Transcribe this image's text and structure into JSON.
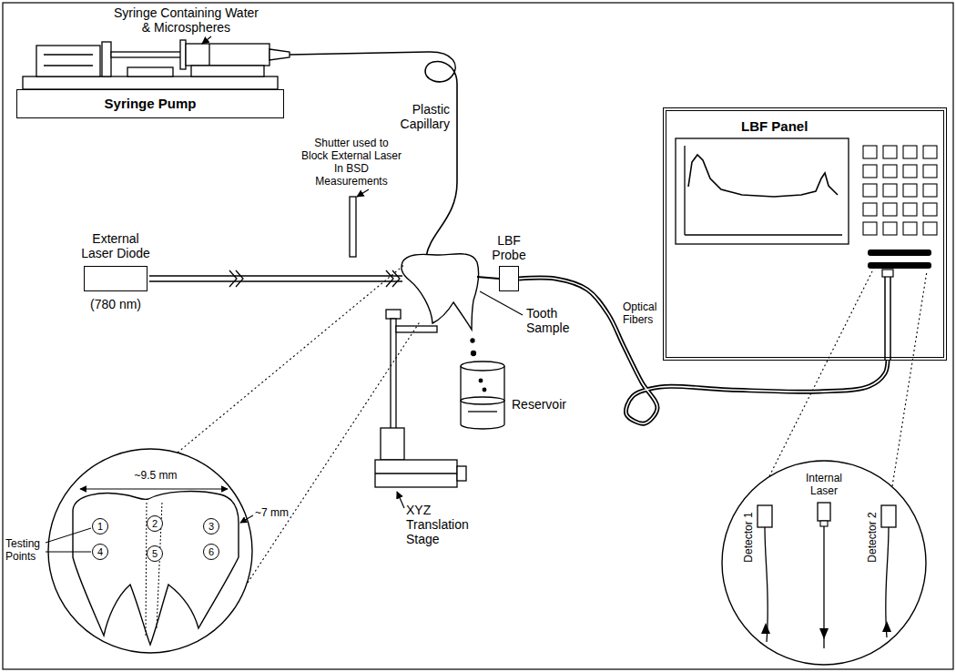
{
  "diagram": {
    "nodes": [
      {
        "text": [
          "Syringe Pump"
        ]
      },
      {
        "text": [
          "External Laser Diode",
          "(780 nm)"
        ]
      },
      {
        "text": [
          "LBF Probe"
        ]
      },
      {
        "text": [
          "LBF Panel"
        ]
      },
      {
        "text": [
          "1"
        ]
      },
      {
        "text": [
          "2"
        ]
      },
      {
        "text": [
          "3"
        ]
      },
      {
        "text": [
          "4"
        ]
      },
      {
        "text": [
          "5"
        ]
      },
      {
        "text": [
          "6"
        ]
      }
    ],
    "edges": [
      {
        "from": 2,
        "to": 3,
        "arrow": "none"
      }
    ],
    "labels": [
      "Syringe Containing Water & Microspheres",
      "Plastic Capillary",
      "Shutter used to Block External Laser In BSD Measurements",
      "Tooth Sample",
      "Optical Fibers",
      "Reservoir",
      "XYZ Translation Stage",
      "~9.5 mm",
      "~7 mm",
      "Testing Points",
      "Detector 1",
      "Internal Laser",
      "Detector 2"
    ]
  }
}
